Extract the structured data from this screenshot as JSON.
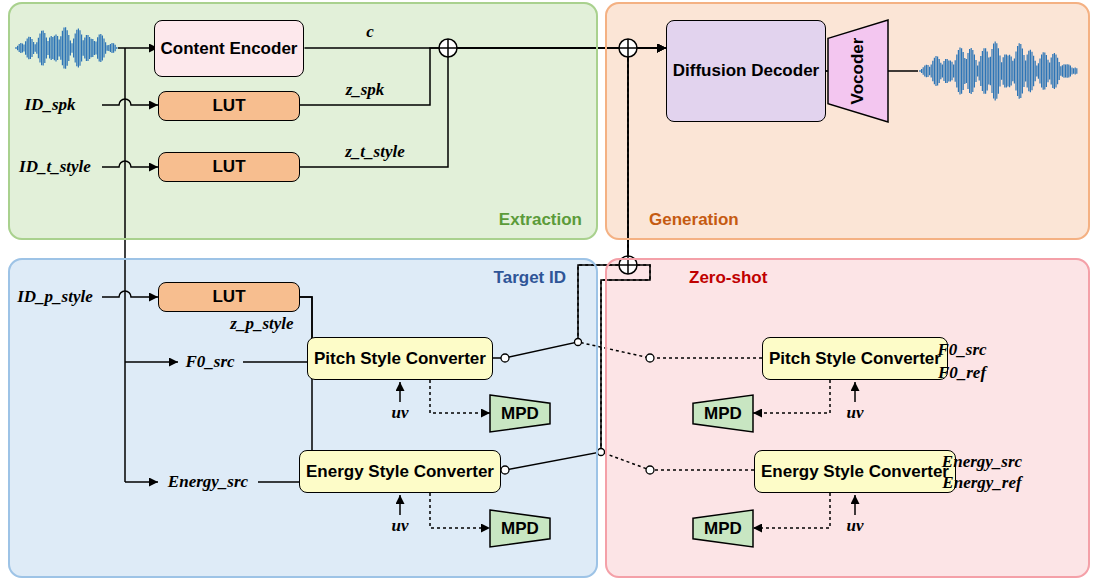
{
  "diagram": {
    "nodes": [
      {
        "text": [
          "Extraction"
        ]
      },
      {
        "text": [
          "Content Encoder"
        ],
        "in": 0
      },
      {
        "text": [
          "LUT"
        ],
        "in": 0
      },
      {
        "text": [
          "LUT"
        ],
        "in": 0
      },
      {
        "text": [
          "Generation"
        ]
      },
      {
        "text": [
          "Diffusion Decoder"
        ],
        "in": 4
      },
      {
        "text": [
          "Vocoder"
        ],
        "in": 4
      },
      {
        "text": [
          "Target ID"
        ]
      },
      {
        "text": [
          "LUT"
        ],
        "in": 7
      },
      {
        "text": [
          "Pitch Style Converter"
        ],
        "in": 7
      },
      {
        "text": [
          "MPD"
        ],
        "in": 7
      },
      {
        "text": [
          "Energy Style Converter"
        ],
        "in": 7
      },
      {
        "text": [
          "MPD"
        ],
        "in": 7
      },
      {
        "text": [
          "Zero-shot"
        ]
      },
      {
        "text": [
          "Pitch Style Converter"
        ],
        "in": 13
      },
      {
        "text": [
          "MPD"
        ],
        "in": 13
      },
      {
        "text": [
          "Energy Style Converter"
        ],
        "in": 13
      },
      {
        "text": [
          "MPD"
        ],
        "in": 13
      }
    ],
    "edges": [
      {
        "from": 1,
        "to": 5,
        "arrow": "to"
      },
      {
        "from": 2,
        "to": 5,
        "arrow": "to"
      },
      {
        "from": 3,
        "to": 5,
        "arrow": "to"
      },
      {
        "from": 5,
        "to": 6,
        "arrow": "to"
      },
      {
        "from": 8,
        "to": 9,
        "arrow": "to"
      },
      {
        "from": 8,
        "to": 11,
        "arrow": "to"
      },
      {
        "from": 9,
        "to": 5,
        "arrow": "to"
      },
      {
        "from": 11,
        "to": 5,
        "arrow": "to"
      },
      {
        "from": 14,
        "to": 5,
        "arrow": "to"
      },
      {
        "from": 16,
        "to": 5,
        "arrow": "to"
      },
      {
        "from": 9,
        "to": 10,
        "arrow": "to"
      },
      {
        "from": 11,
        "to": 12,
        "arrow": "to"
      },
      {
        "from": 14,
        "to": 15,
        "arrow": "to"
      },
      {
        "from": 16,
        "to": 17,
        "arrow": "to"
      }
    ],
    "labels": [
      "c",
      "z_spk",
      "z_t_style",
      "ID_spk",
      "ID_t_style",
      "ID_p_style",
      "z_p_style",
      "F0_src",
      "Energy_src",
      "uv",
      "uv",
      "F0_src",
      "F0_ref",
      "Energy_src",
      "Energy_ref",
      "uv",
      "uv"
    ]
  }
}
